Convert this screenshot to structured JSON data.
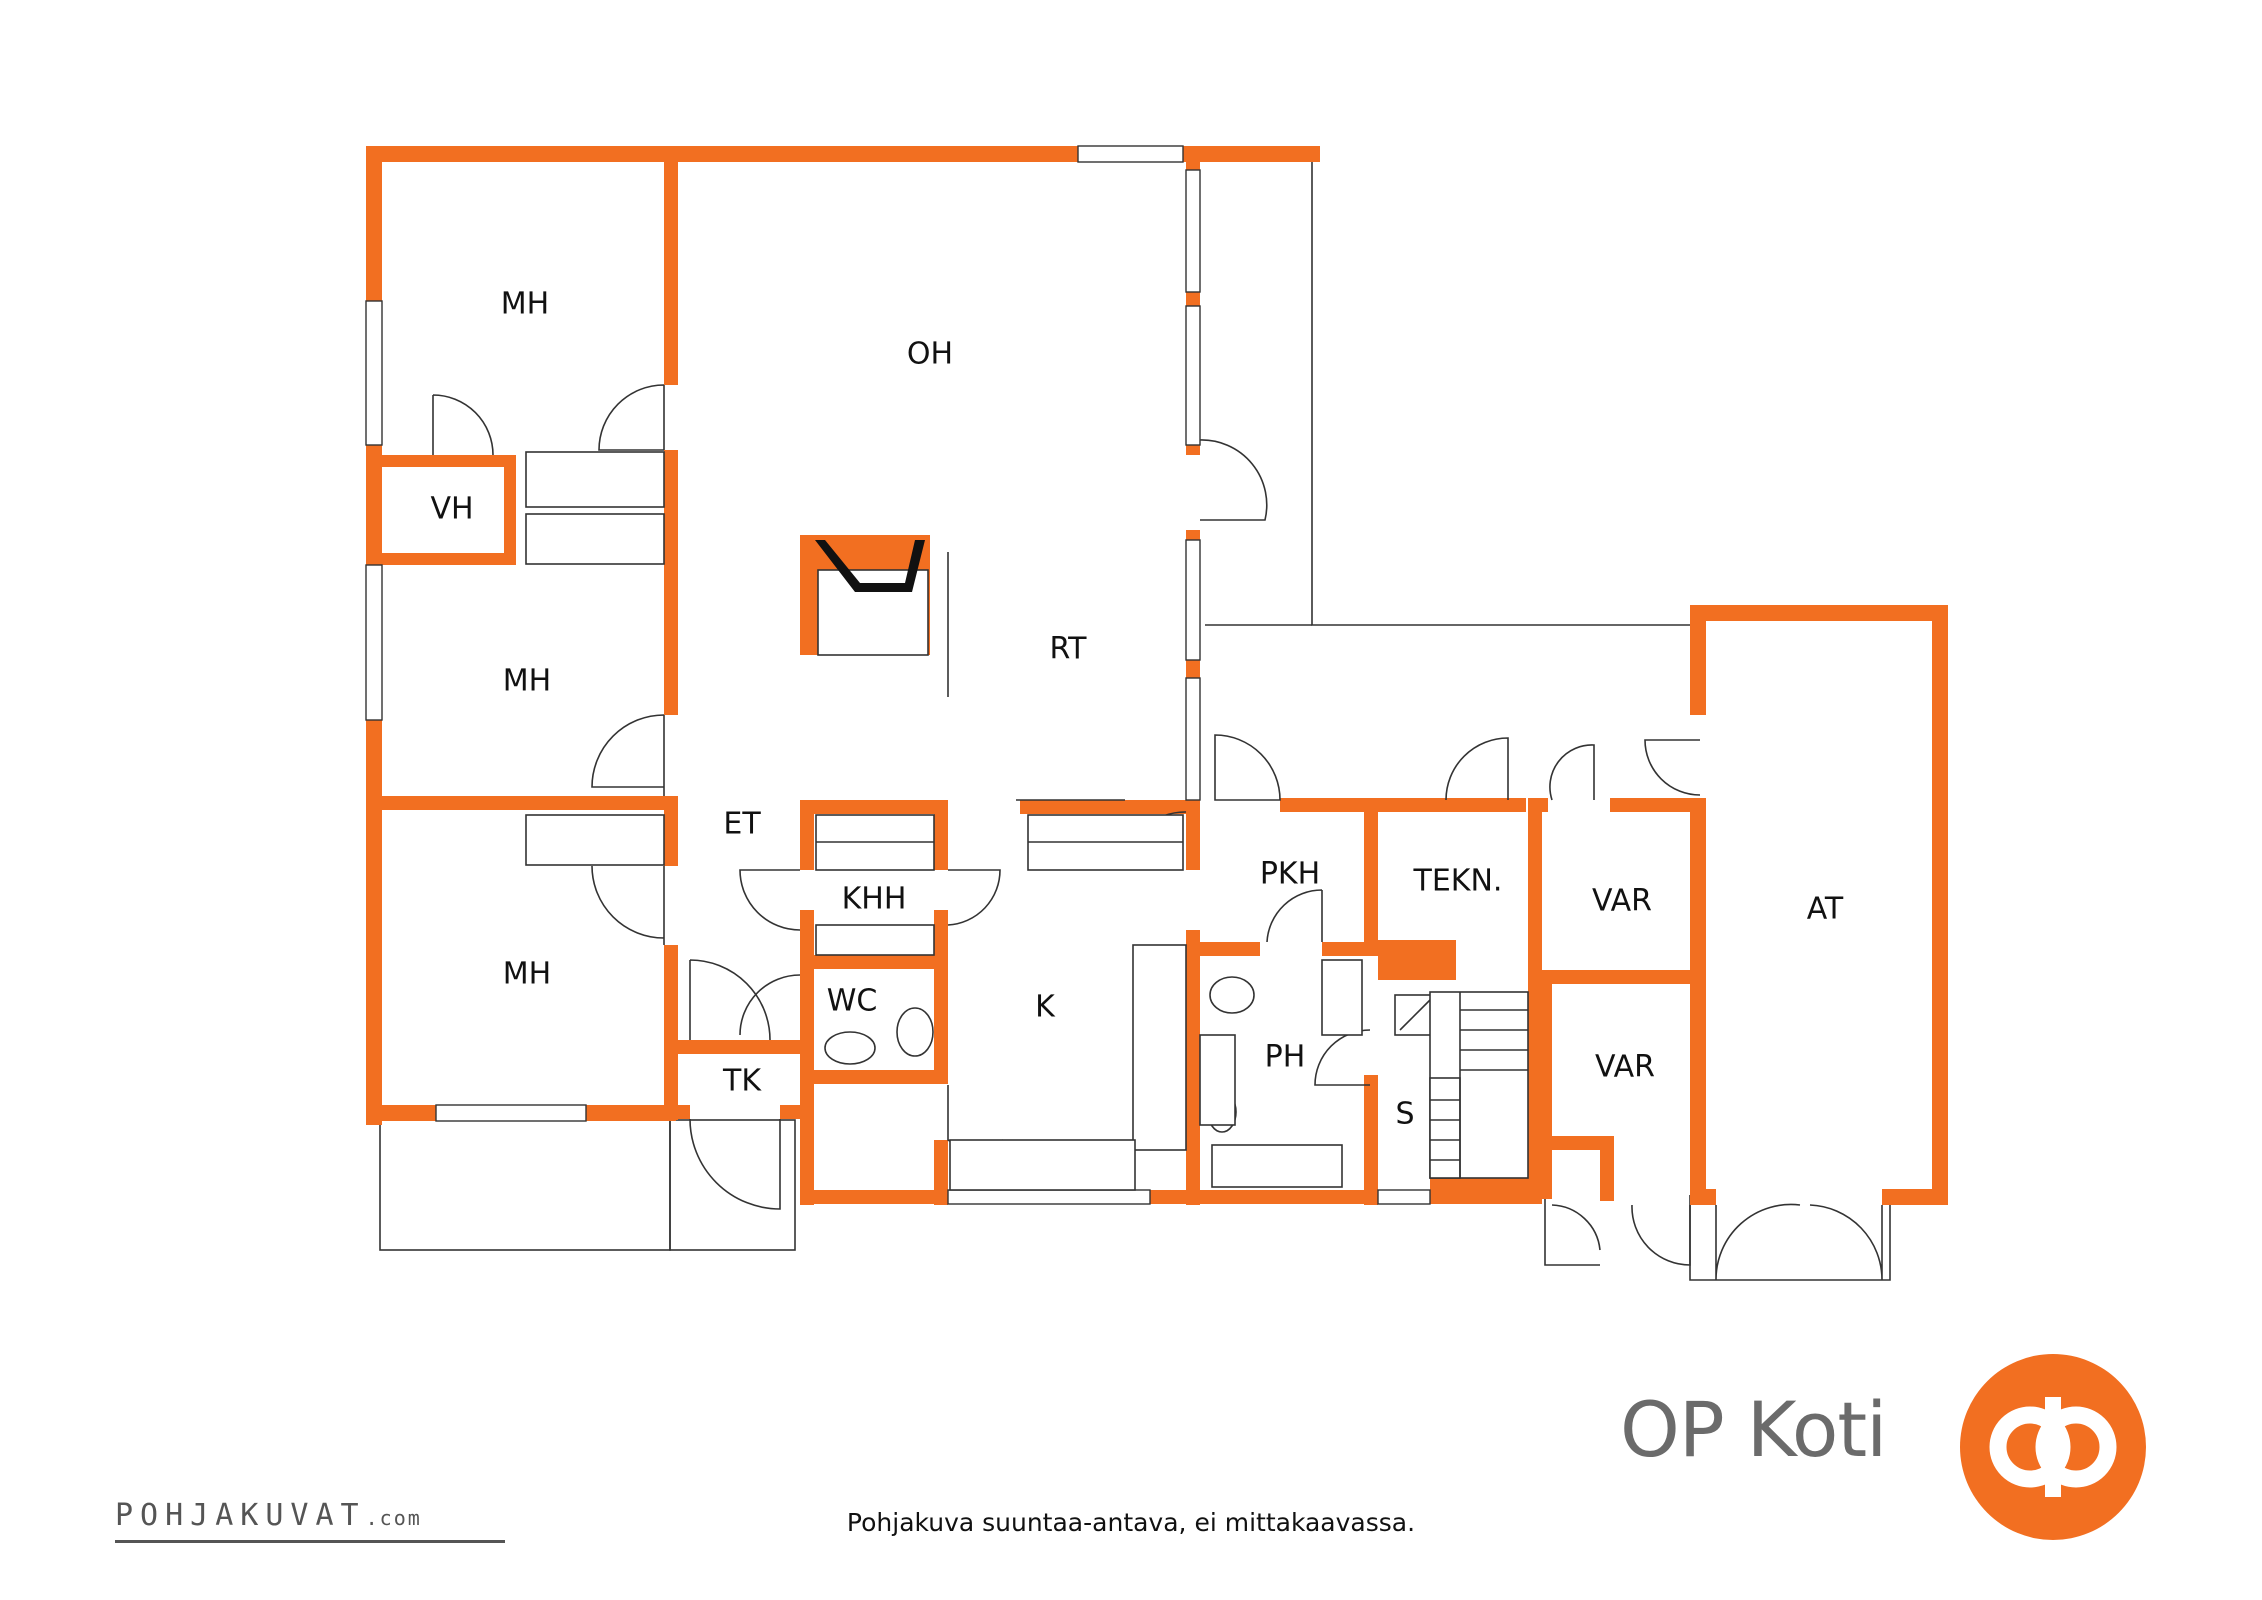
{
  "rooms": {
    "mh_top": "MH",
    "oh": "OH",
    "vh": "VH",
    "mh_mid": "MH",
    "rt": "RT",
    "et": "ET",
    "mh_bottom": "MH",
    "khh": "KHH",
    "wc": "WC",
    "tk": "TK",
    "k": "K",
    "pkh": "PKH",
    "ph": "PH",
    "tekn": "TEKN.",
    "var_top": "VAR",
    "var_bottom": "VAR",
    "s": "S",
    "at": "AT"
  },
  "brand": {
    "name": "OP Koti",
    "color": "#f26f21",
    "text_color": "#6b6b6b"
  },
  "footer": {
    "disclaimer": "Pohjakuva suuntaa-antava, ei mittakaavassa.",
    "maker_name": "POHJAKUVAT",
    "maker_domain": ".com"
  },
  "colors": {
    "wall": "#f26f21",
    "line": "#333333"
  }
}
